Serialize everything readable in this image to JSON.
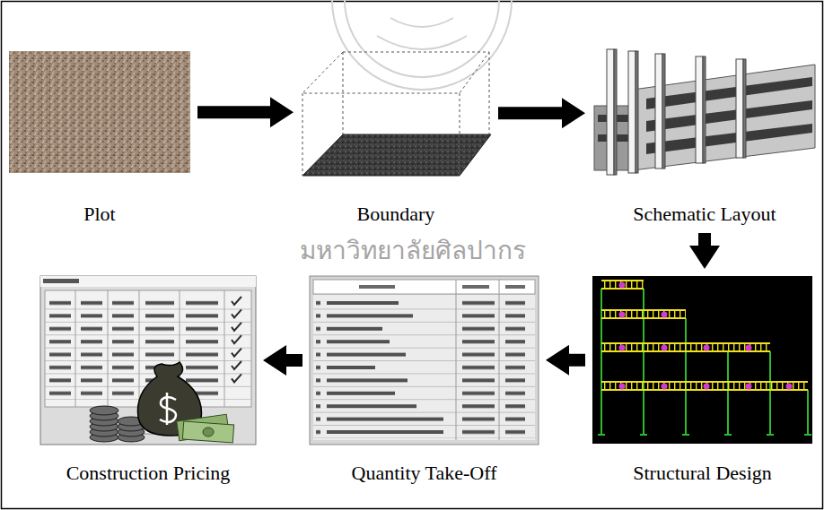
{
  "diagram": {
    "nodes": [
      {
        "text": [
          "Plot"
        ]
      },
      {
        "text": [
          "Boundary"
        ]
      },
      {
        "text": [
          "Schematic Layout"
        ]
      },
      {
        "text": [
          "Structural Design"
        ]
      },
      {
        "text": [
          "Quantity Take-Off"
        ]
      },
      {
        "text": [
          "Construction Pricing"
        ]
      }
    ],
    "edges": [
      {
        "from": 0,
        "to": 1,
        "arrow": "to"
      },
      {
        "from": 1,
        "to": 2,
        "arrow": "to"
      },
      {
        "from": 2,
        "to": 3,
        "arrow": "to"
      },
      {
        "from": 3,
        "to": 4,
        "arrow": "to"
      },
      {
        "from": 4,
        "to": 5,
        "arrow": "to"
      }
    ],
    "labels": [
      "มหาวิทยาลัยศิลปากร"
    ]
  }
}
